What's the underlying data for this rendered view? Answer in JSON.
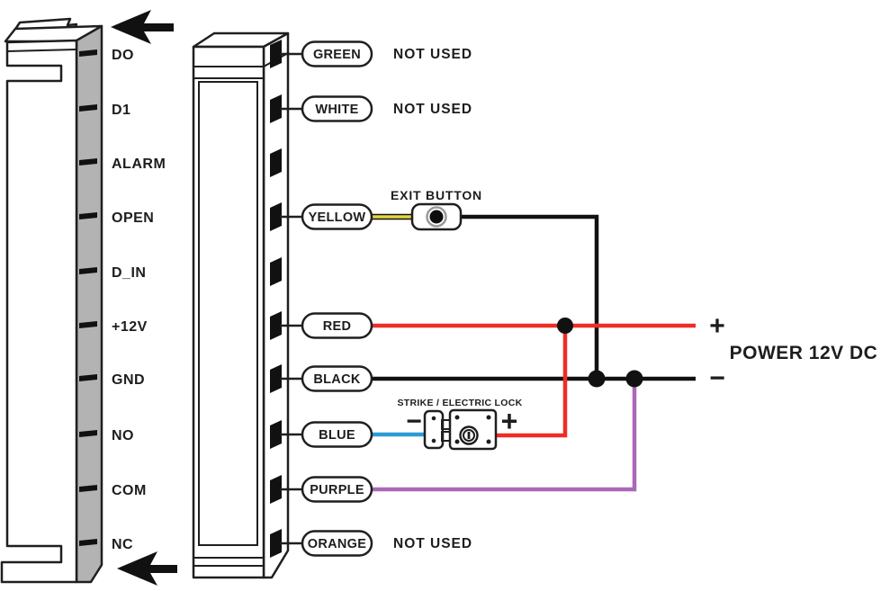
{
  "controller": {
    "terminals": [
      "DO",
      "D1",
      "ALARM",
      "OPEN",
      "D_IN",
      "+12V",
      "GND",
      "NO",
      "COM",
      "NC"
    ]
  },
  "wires": [
    {
      "label": "GREEN",
      "note": "NOT USED"
    },
    {
      "label": "WHITE",
      "note": "NOT USED"
    },
    {
      "label": "YELLOW",
      "note": ""
    },
    {
      "label": "RED",
      "note": ""
    },
    {
      "label": "BLACK",
      "note": ""
    },
    {
      "label": "BLUE",
      "note": ""
    },
    {
      "label": "PURPLE",
      "note": ""
    },
    {
      "label": "ORANGE",
      "note": "NOT USED"
    }
  ],
  "exit_button": {
    "label": "EXIT BUTTON"
  },
  "lock": {
    "label": "STRIKE / ELECTRIC LOCK",
    "minus": "−",
    "plus": "+"
  },
  "power": {
    "label": "POWER 12V DC",
    "plus": "+",
    "minus": "−"
  },
  "colors": {
    "yellow_wire": "#e8d53f",
    "red_wire": "#ee2d26",
    "black_wire": "#111111",
    "blue_wire": "#2b9cd8",
    "purple_wire": "#ab68b8",
    "device_side": "#b3b3b3"
  }
}
